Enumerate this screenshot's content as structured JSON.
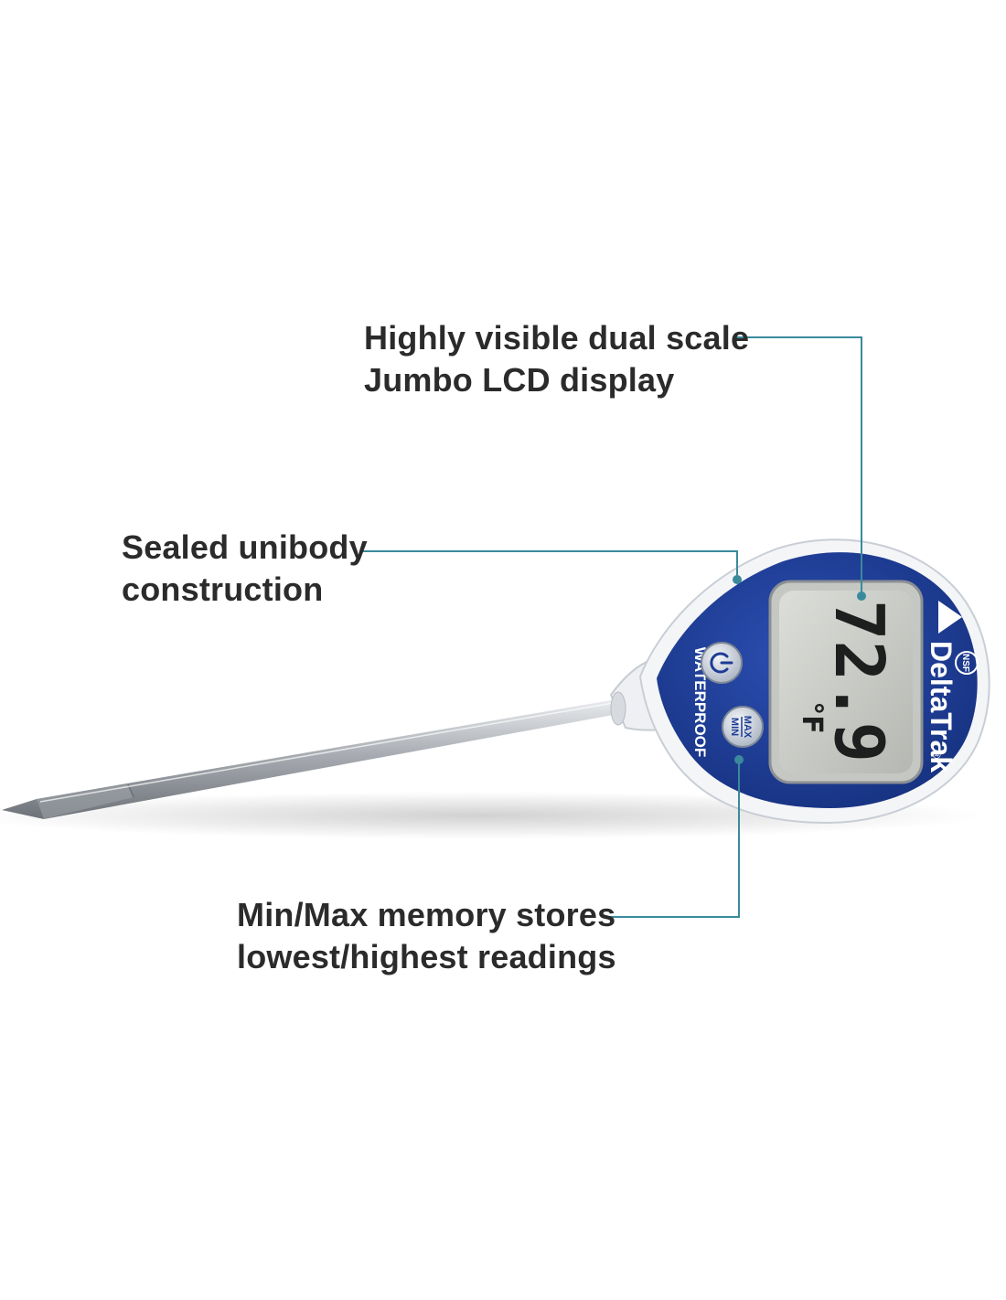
{
  "callouts": {
    "display": {
      "line1": "Highly visible dual scale",
      "line2": "Jumbo LCD display"
    },
    "unibody": {
      "line1": "Sealed unibody",
      "line2": "construction"
    },
    "memory": {
      "line1": "Min/Max memory stores",
      "line2": "lowest/highest readings"
    }
  },
  "device": {
    "brand": "DeltaTrak",
    "registered_mark": "®",
    "certification": "NSF",
    "reading": "72.9",
    "unit": "°F",
    "side_text": "WATERPROOF",
    "button_maxmin_top": "MAX",
    "button_maxmin_bottom": "MIN",
    "power_icon": "power-icon"
  },
  "colors": {
    "body_blue": "#1d3c96",
    "leader_line": "#3a8a9c",
    "lcd": "#c9cbc6",
    "text": "#2b2b2b"
  }
}
